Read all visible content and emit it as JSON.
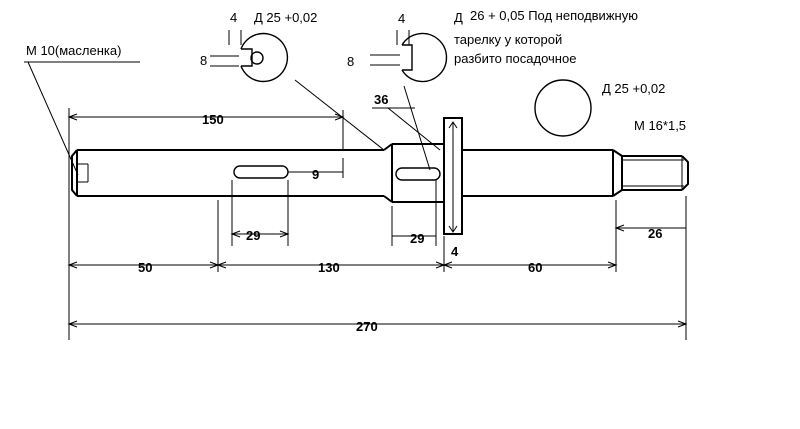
{
  "labels": {
    "oiler": "М 10(масленка)",
    "top_left_d": "Д 25 +0,02",
    "top_left_4": "4",
    "top_left_8": "8",
    "top_mid_d": "Д",
    "top_mid_tol": "26 +  0,05 Под неподвижную",
    "top_mid_line2": "тарелку у которой",
    "top_mid_line3": "разбито посадочное",
    "top_mid_4": "4",
    "top_mid_8": "8",
    "right_d": "Д 25 +0,02",
    "thread": "М 16*1,5"
  },
  "dimensions": {
    "d150": "150",
    "d36": "36",
    "d9": "9",
    "d29a": "29",
    "d29b": "29",
    "d4": "4",
    "d26": "26",
    "d50": "50",
    "d130": "130",
    "d60": "60",
    "d270": "270"
  }
}
